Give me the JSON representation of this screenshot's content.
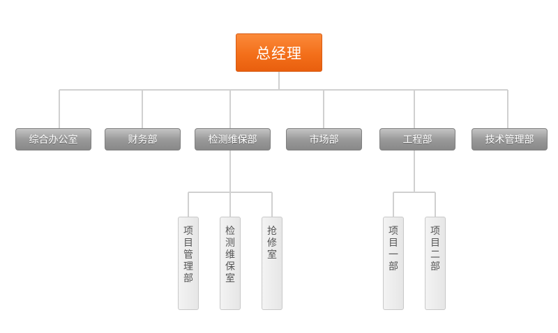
{
  "org_chart": {
    "root": {
      "label": "总经理"
    },
    "departments": [
      {
        "id": "office",
        "label": "综合办公室",
        "children": []
      },
      {
        "id": "finance",
        "label": "财务部",
        "children": []
      },
      {
        "id": "inspection",
        "label": "检测维保部",
        "children": [
          {
            "id": "project-mgmt",
            "label": "项目管理部"
          },
          {
            "id": "inspection-maint",
            "label": "检测维保室"
          },
          {
            "id": "repair",
            "label": "抢修室"
          }
        ]
      },
      {
        "id": "market",
        "label": "市场部",
        "children": []
      },
      {
        "id": "engineering",
        "label": "工程部",
        "children": [
          {
            "id": "project-1",
            "label": "项目一部"
          },
          {
            "id": "project-2",
            "label": "项目二部"
          }
        ]
      },
      {
        "id": "tech-mgmt",
        "label": "技术管理部",
        "children": []
      }
    ]
  },
  "colors": {
    "root_fill": "#f36f1a",
    "department_fill": "#9a9a9a",
    "sub_unit_fill": "#e9e9e9",
    "connector": "#d0d0d0"
  }
}
